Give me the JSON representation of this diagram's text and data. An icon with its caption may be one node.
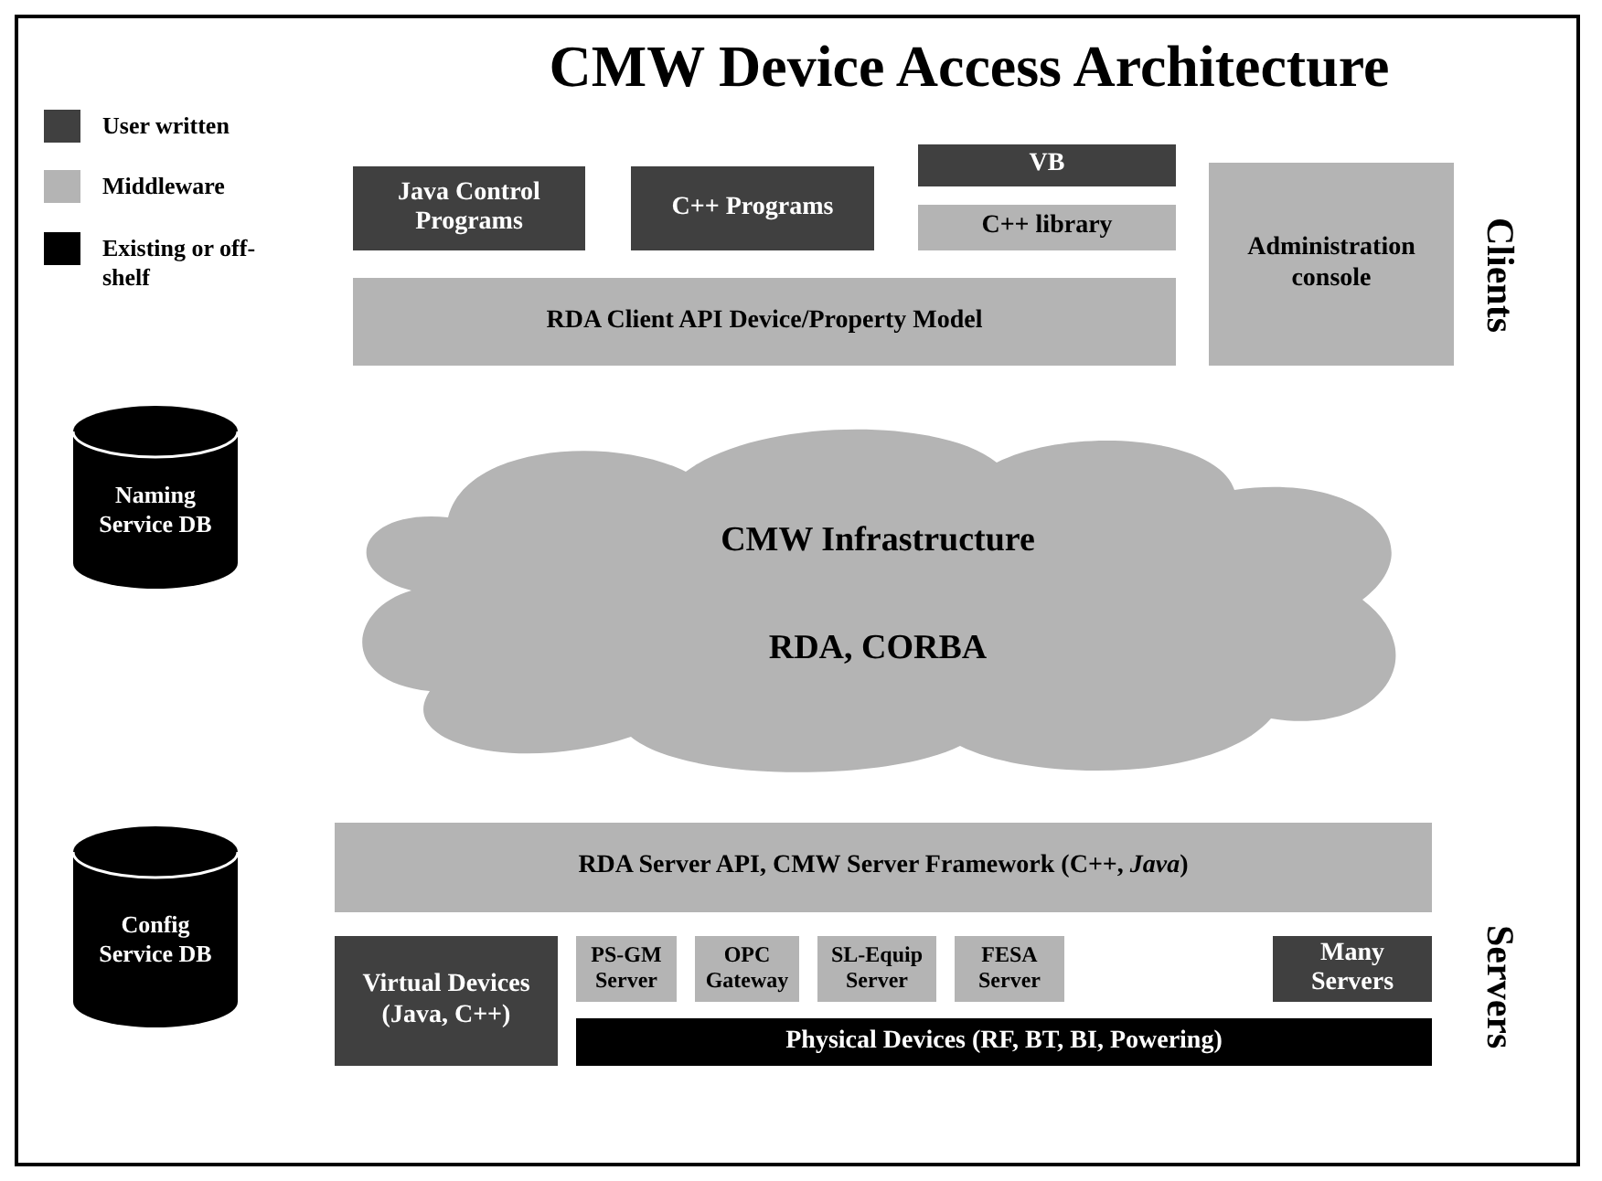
{
  "diagram": {
    "title": "CMW Device Access Architecture",
    "nodes": [
      {
        "text": [
          "Java Control Programs"
        ]
      },
      {
        "text": [
          "C++ Programs"
        ]
      },
      {
        "text": [
          "VB"
        ]
      },
      {
        "text": [
          "C++ library"
        ]
      },
      {
        "text": [
          "Administration console"
        ]
      },
      {
        "text": [
          "RDA Client API Device/Property Model"
        ]
      },
      {
        "text": [
          "Naming Service DB"
        ]
      },
      {
        "text": [
          "CMW Infrastructure",
          "RDA, CORBA"
        ]
      },
      {
        "text": [
          "Config Service DB"
        ]
      },
      {
        "text": [
          "RDA Server API, CMW Server Framework (C++, *Java*)"
        ]
      },
      {
        "text": [
          "Virtual Devices (Java, C++)"
        ]
      },
      {
        "text": [
          "PS-GM Server"
        ]
      },
      {
        "text": [
          "OPC Gateway"
        ]
      },
      {
        "text": [
          "SL-Equip Server"
        ]
      },
      {
        "text": [
          "FESA Server"
        ]
      },
      {
        "text": [
          "Many Servers"
        ]
      },
      {
        "text": [
          "Physical Devices (RF, BT, BI, Powering)"
        ]
      }
    ],
    "labels": [
      "Clients",
      "Servers"
    ],
    "legend": [
      {
        "text": "User written",
        "color": "#404040"
      },
      {
        "text": "Middleware",
        "color": "#b4b4b4"
      },
      {
        "text": "Existing or off-shelf",
        "color": "#000000"
      }
    ]
  }
}
